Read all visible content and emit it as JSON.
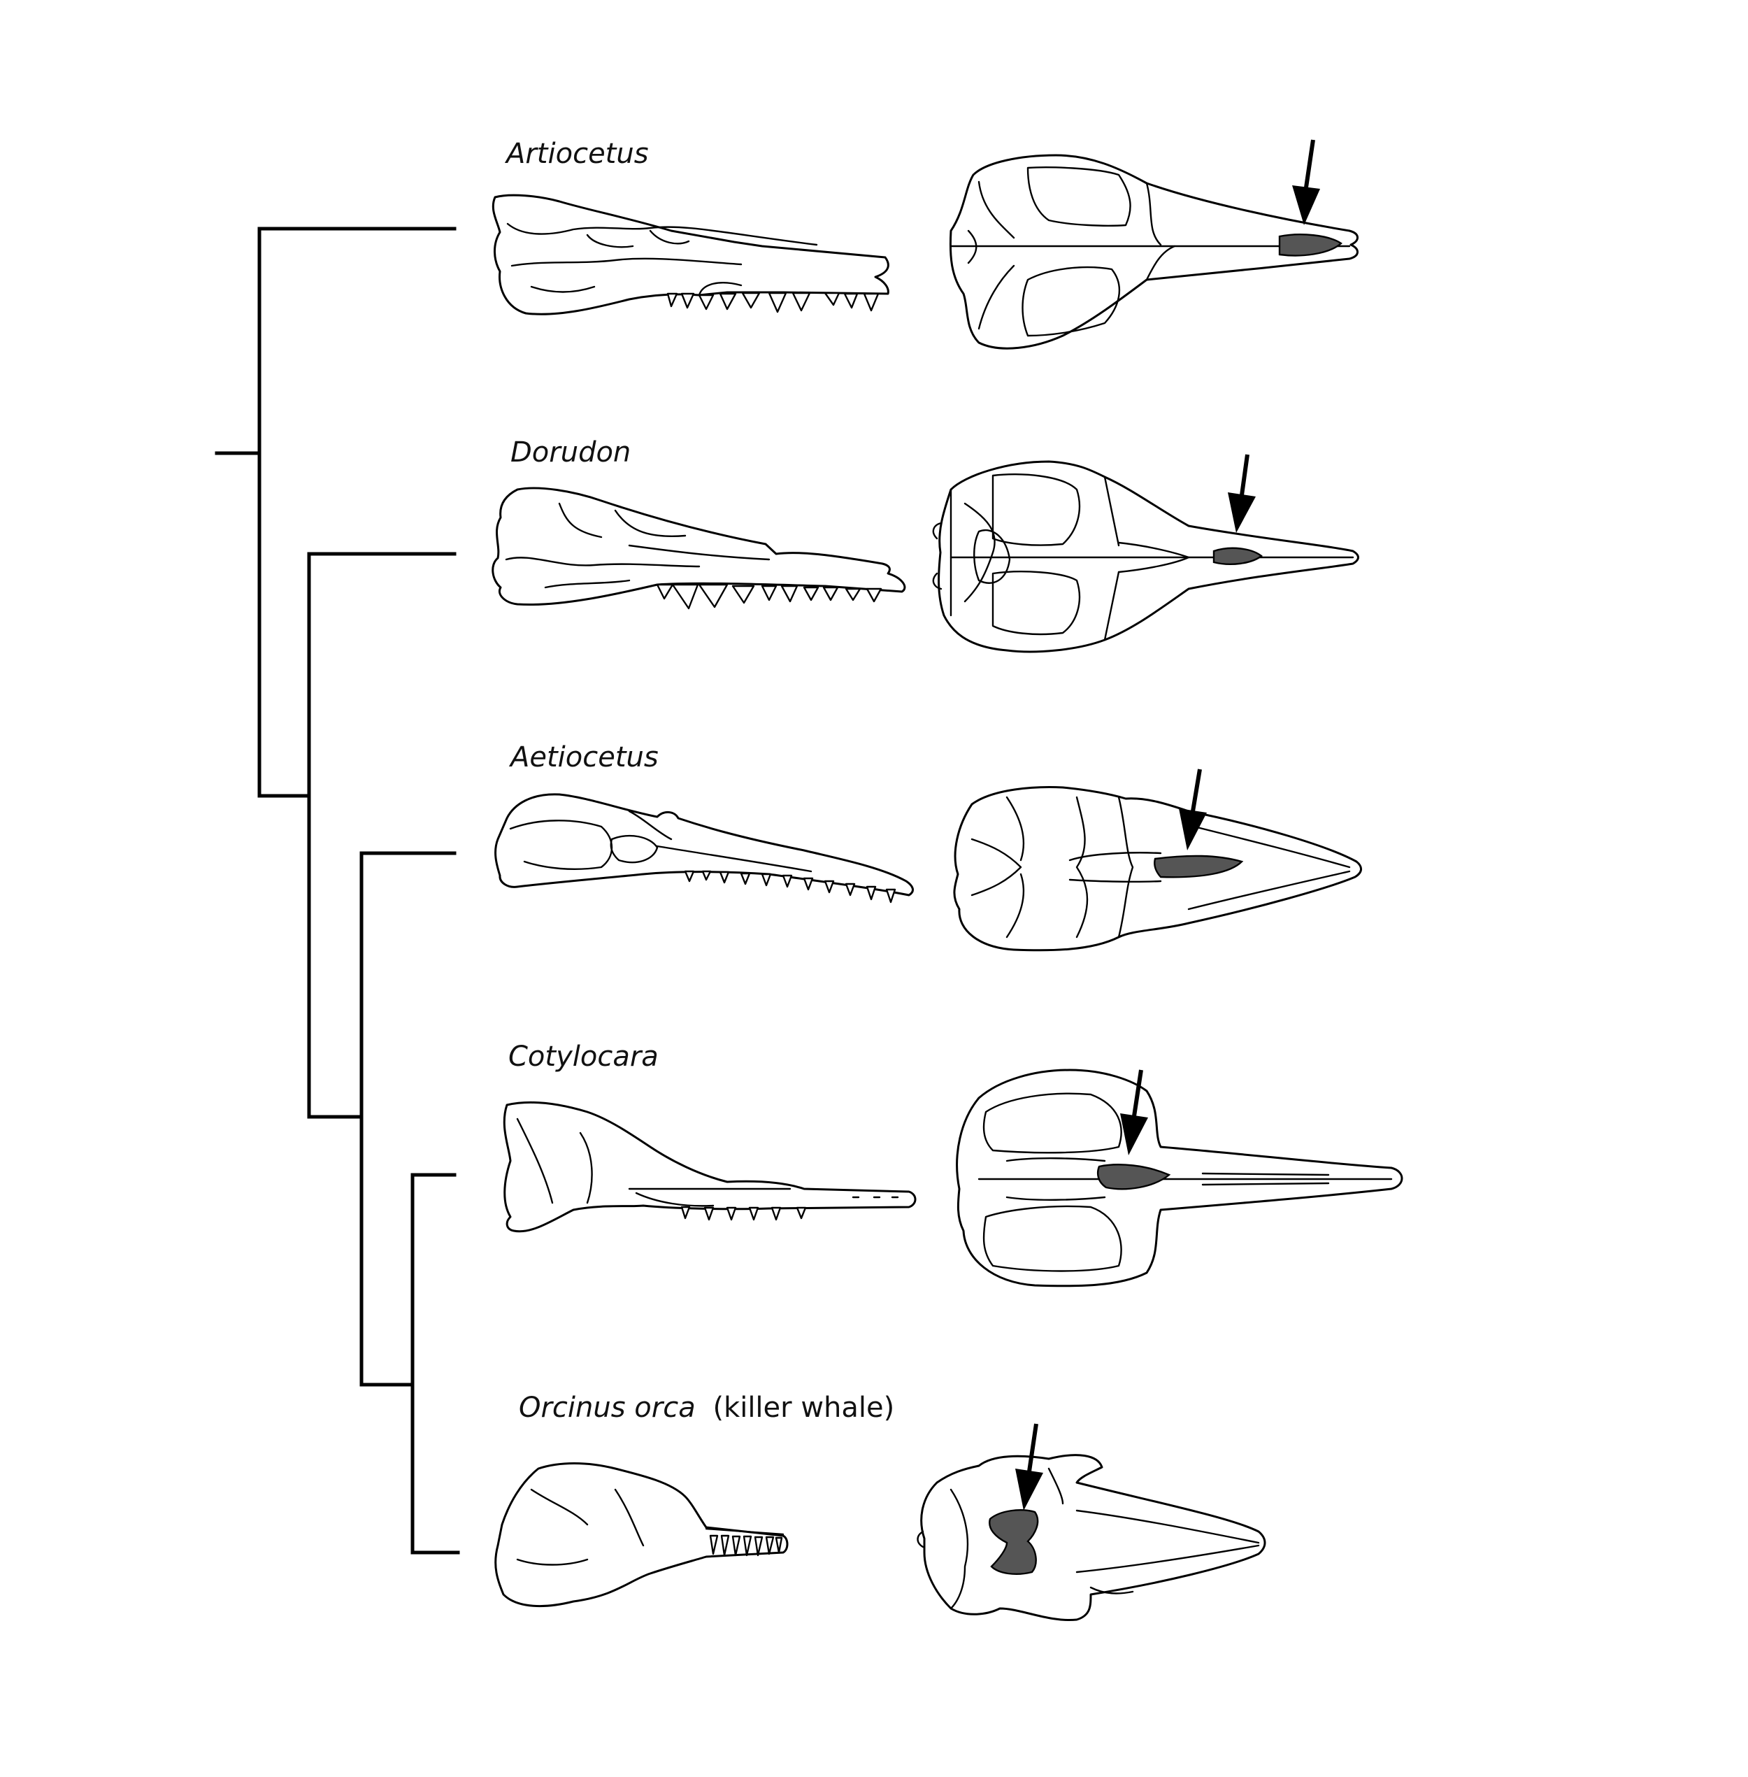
{
  "taxa": [
    {
      "genus": "Artiocetus",
      "common": ""
    },
    {
      "genus": "Dorudon",
      "common": ""
    },
    {
      "genus": "Aetiocetus",
      "common": ""
    },
    {
      "genus": "Cotylocara",
      "common": ""
    },
    {
      "genus": "Orcinus orca",
      "common": "(killer whale)"
    }
  ],
  "colors": {
    "line": "#000000",
    "nasal_highlight": "#555555",
    "background": "#ffffff"
  }
}
